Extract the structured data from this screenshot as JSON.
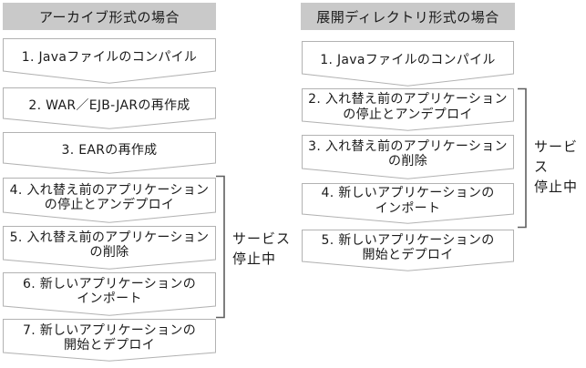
{
  "left": {
    "title": "アーカイブ形式の場合",
    "steps": [
      "1. Javaファイルのコンパイル",
      "2. WAR／EJB-JARの再作成",
      "3. EARの再作成",
      "4. 入れ替え前のアプリケーション\nの停止とアンデプロイ",
      "5. 入れ替え前のアプリケーション\nの削除",
      "6. 新しいアプリケーションの\nインポート",
      "7. 新しいアプリケーションの\n開始とデプロイ"
    ],
    "bracket_label": "サービス\n停止中"
  },
  "right": {
    "title": "展開ディレクトリ形式の場合",
    "steps": [
      "1. Javaファイルのコンパイル",
      "2. 入れ替え前のアプリケーション\nの停止とアンデプロイ",
      "3. 入れ替え前のアプリケーション\nの削除",
      "4. 新しいアプリケーションの\nインポート",
      "5. 新しいアプリケーションの\n開始とデプロイ"
    ],
    "bracket_label": "サービス\n停止中"
  },
  "colors": {
    "title_bg": "#c9c9c9",
    "box_border": "#b2b2b2",
    "box_fill": "#ffffff",
    "bracket": "#5f5f5f",
    "text": "#1a1a1a"
  }
}
